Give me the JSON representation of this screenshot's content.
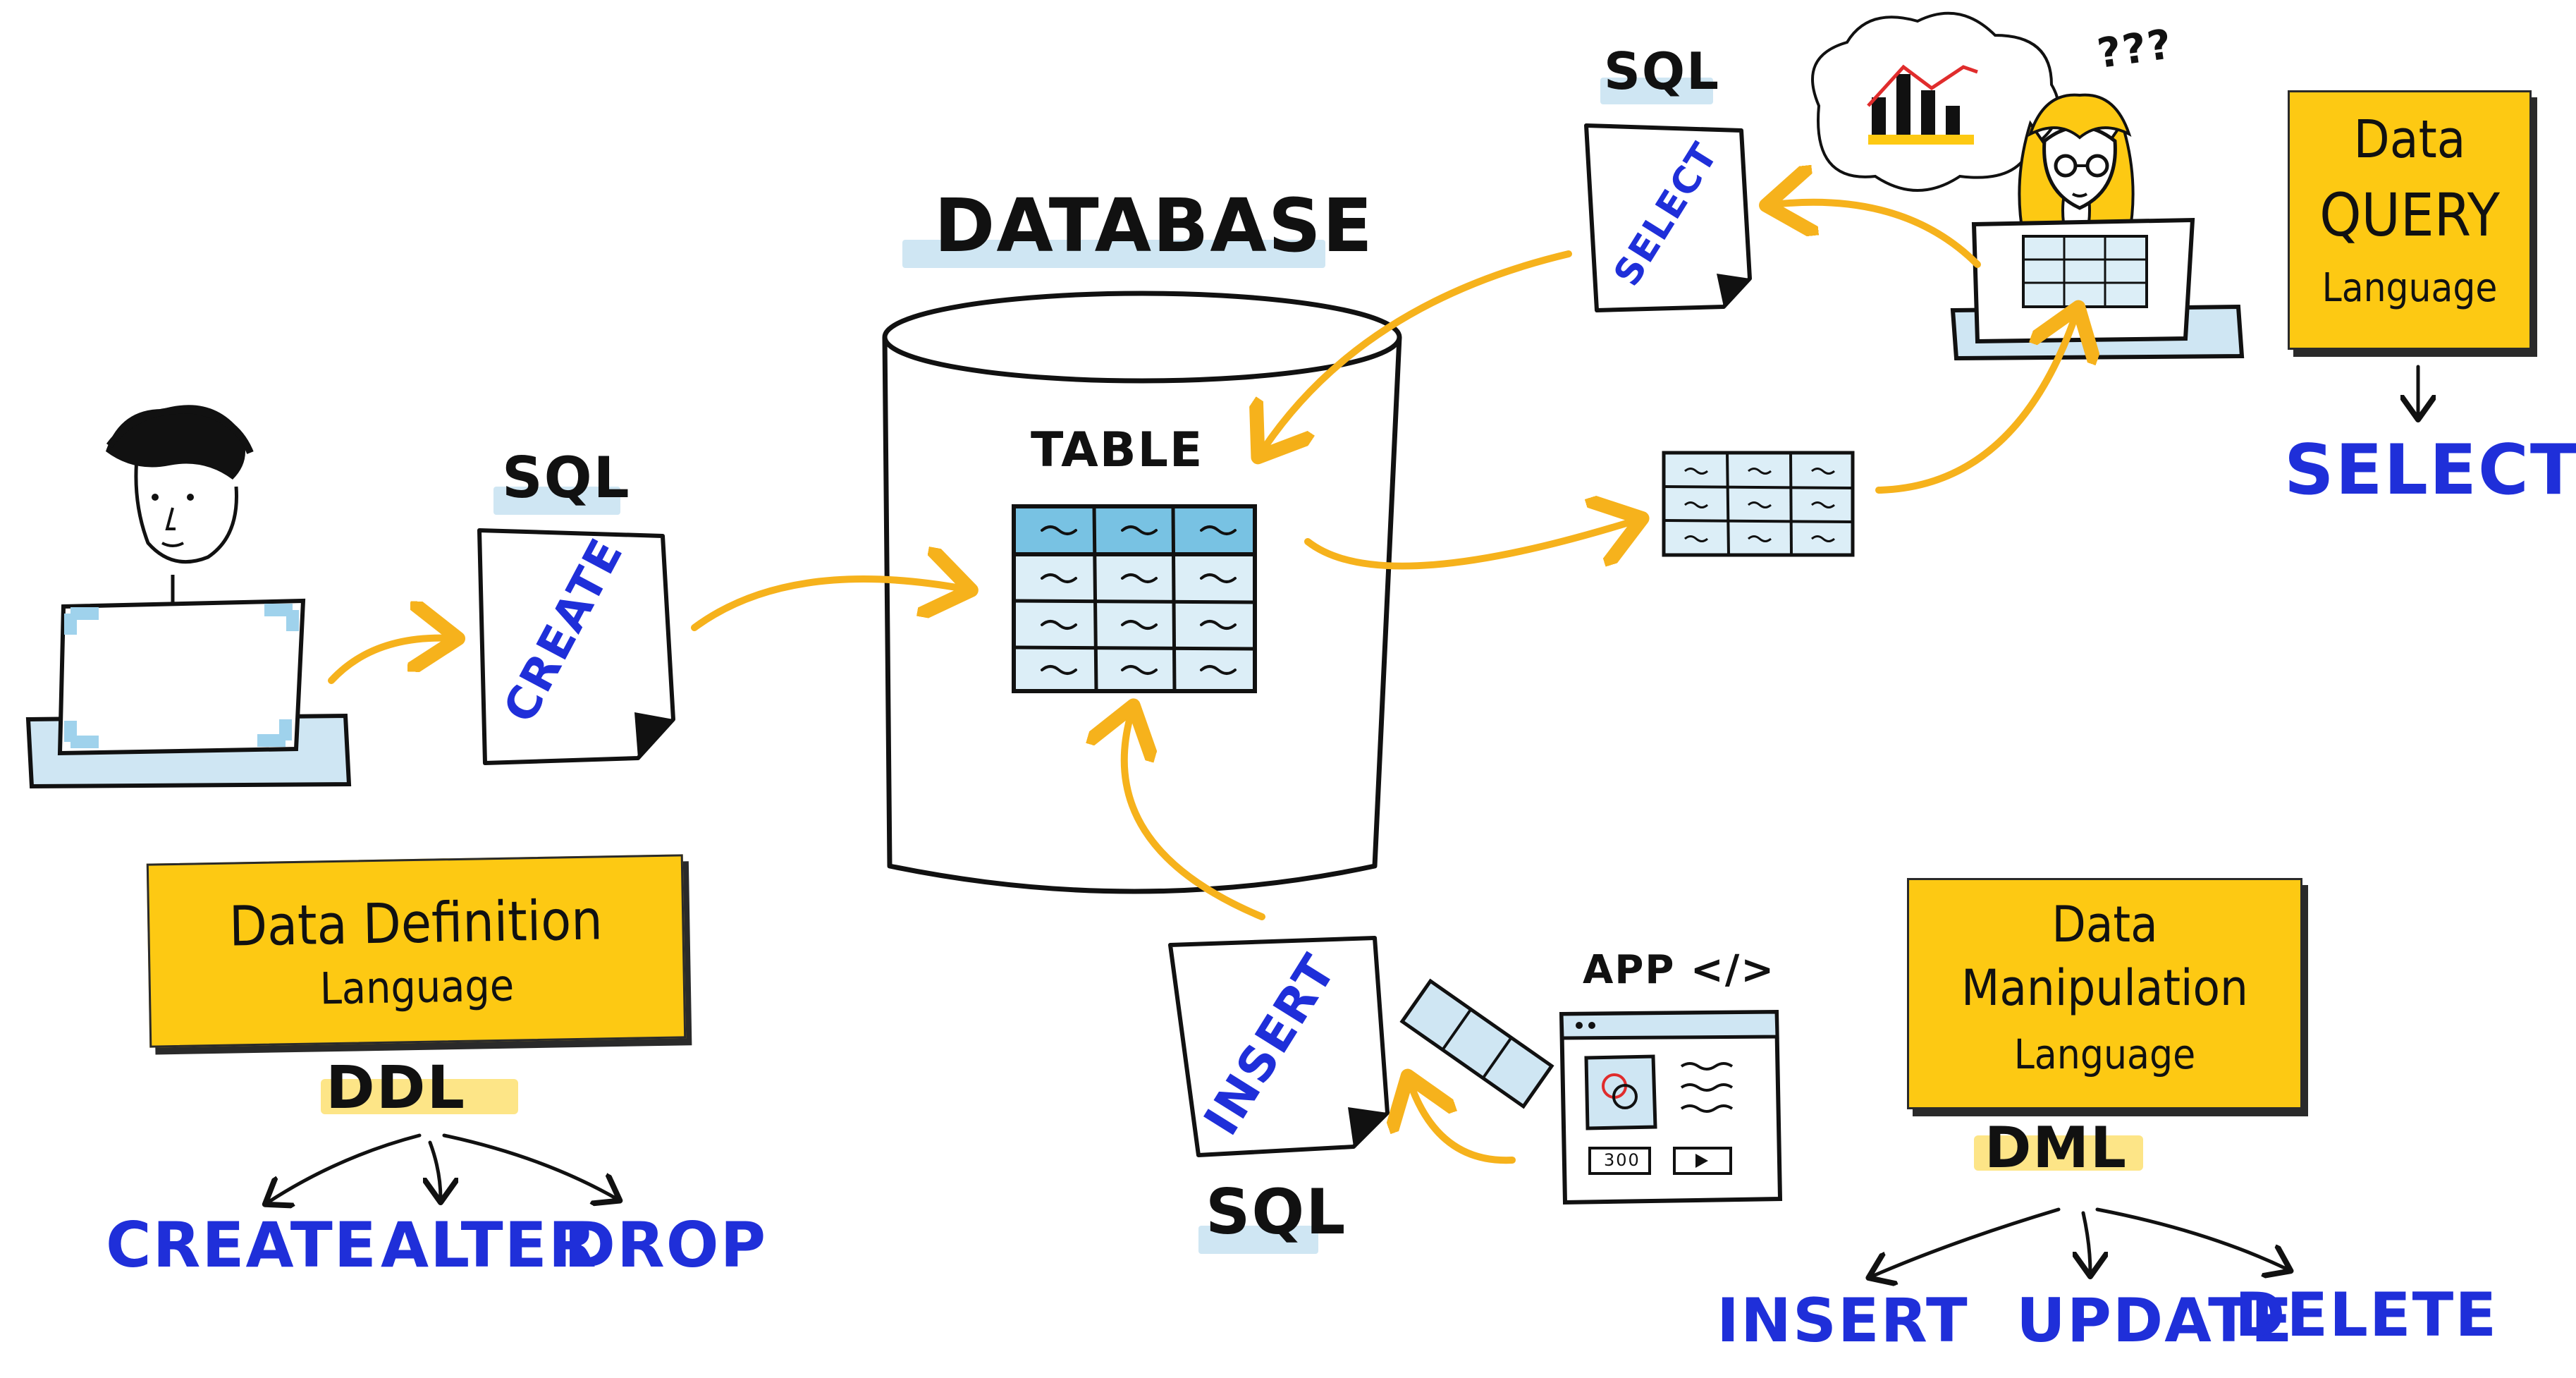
{
  "title": "DATABASE",
  "table_label": "TABLE",
  "sql_label": "SQL",
  "app_label": "APP </>",
  "cloud_marks": "???",
  "app_widget_value": "300",
  "documents": {
    "create": "CREATE",
    "select": "SELECT",
    "insert": "INSERT"
  },
  "ddl": {
    "card_line1": "Data Definition",
    "card_line2": "Language",
    "abbr": "DDL",
    "commands": [
      "CREATE",
      "ALTER",
      "DROP"
    ]
  },
  "dql": {
    "card_line1": "Data",
    "card_line2": "QUERY",
    "card_line3": "Language",
    "command": "SELECT"
  },
  "dml": {
    "card_line1": "Data",
    "card_line2": "Manipulation",
    "card_line3": "Language",
    "abbr": "DML",
    "commands": [
      "INSERT",
      "UPDATE",
      "DELETE"
    ]
  },
  "colors": {
    "arrow": "#f6b21c",
    "card": "#fdc913",
    "command_blue": "#1f2fd9",
    "light_blue": "#cfe6f3",
    "ink": "#111111"
  }
}
